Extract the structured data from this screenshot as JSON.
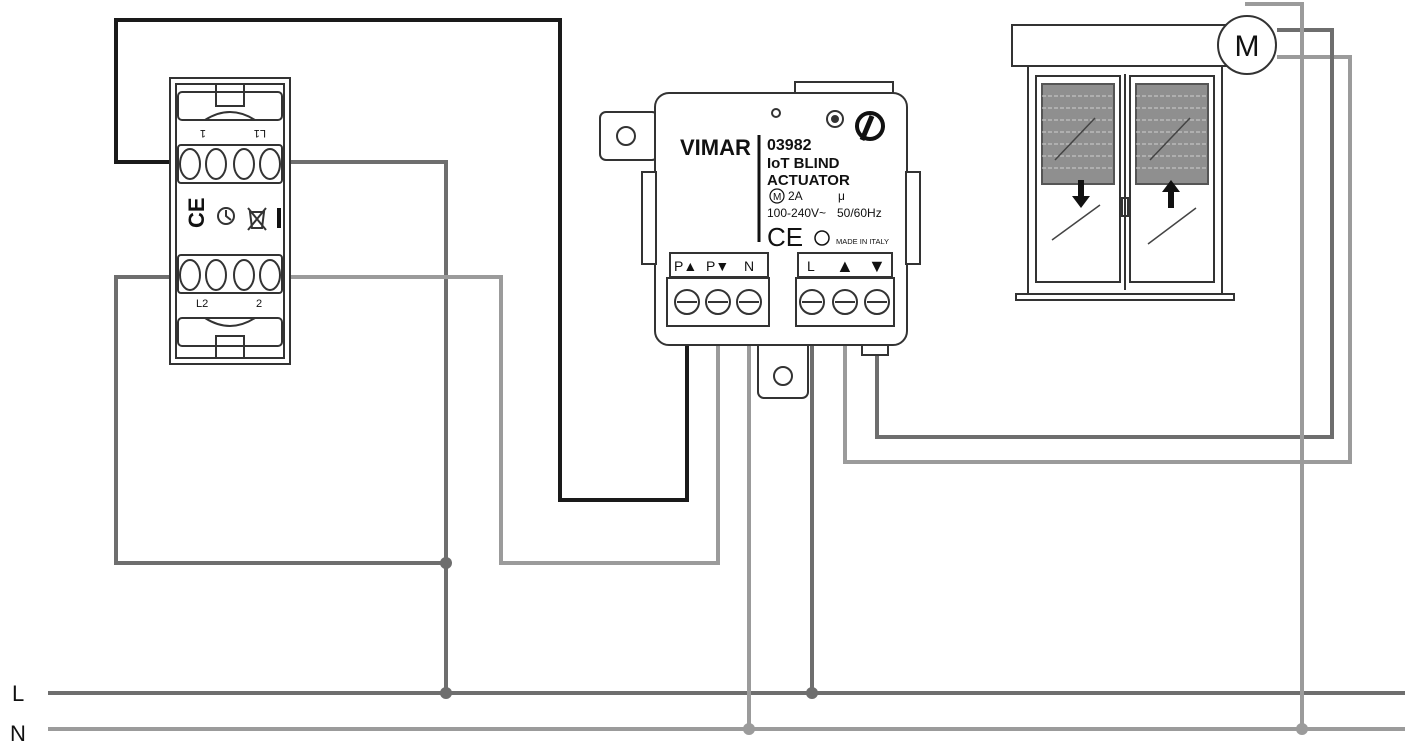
{
  "bus": {
    "line_label": "L",
    "neutral_label": "N"
  },
  "actuator": {
    "brand": "VIMAR",
    "code": "03982",
    "name_line1": "IoT BLIND",
    "name_line2": "ACTUATOR",
    "motor_symbol": "M",
    "current": "2A",
    "micro_symbol": "μ",
    "voltage": "100-240V~",
    "frequency": "50/60Hz",
    "ce_mark": "CE",
    "made_in": "MADE IN ITALY",
    "terminals_left": [
      "P▲",
      "P▼",
      "N"
    ],
    "terminals_right": [
      "L",
      "▲",
      "▼"
    ]
  },
  "switch": {
    "top_terminals": [
      "1",
      "L1"
    ],
    "bottom_terminals": [
      "L2",
      "2"
    ],
    "ce_mark": "CE"
  },
  "motor": {
    "label": "M"
  },
  "colors": {
    "wire_dark": "#1a1a1a",
    "wire_mid": "#6e6e6e",
    "wire_light": "#9b9b9b",
    "blind_fill": "#8f8f8f"
  }
}
